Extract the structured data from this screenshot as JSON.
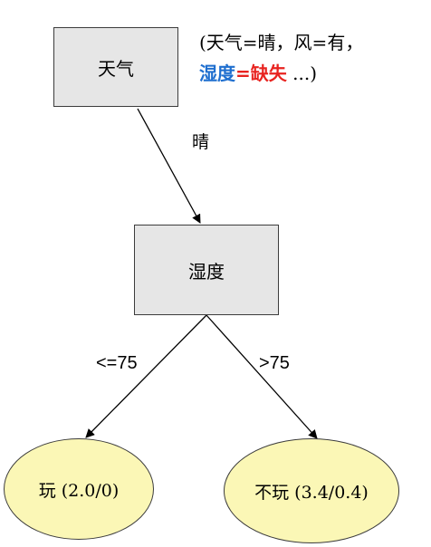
{
  "nodes": {
    "root": {
      "label": "天气"
    },
    "humidity": {
      "label": "湿度"
    },
    "play": {
      "label": "玩 (2.0/0)"
    },
    "no_play": {
      "label": "不玩 (3.4/0.4)"
    }
  },
  "edges": {
    "sunny": {
      "label": "晴"
    },
    "le75": {
      "label": "<=75"
    },
    "gt75": {
      "label": ">75"
    }
  },
  "annotation": {
    "line1": "(天气=晴，风=有，",
    "humidity_word": "湿度",
    "equals": "=",
    "missing_word": "缺失",
    "ellipsis": " ...)"
  },
  "colors": {
    "box_fill": "#e6e6e6",
    "leaf_fill": "#fbf7b6",
    "highlight_blue": "#1f6fcf",
    "highlight_red": "#e8231f"
  }
}
